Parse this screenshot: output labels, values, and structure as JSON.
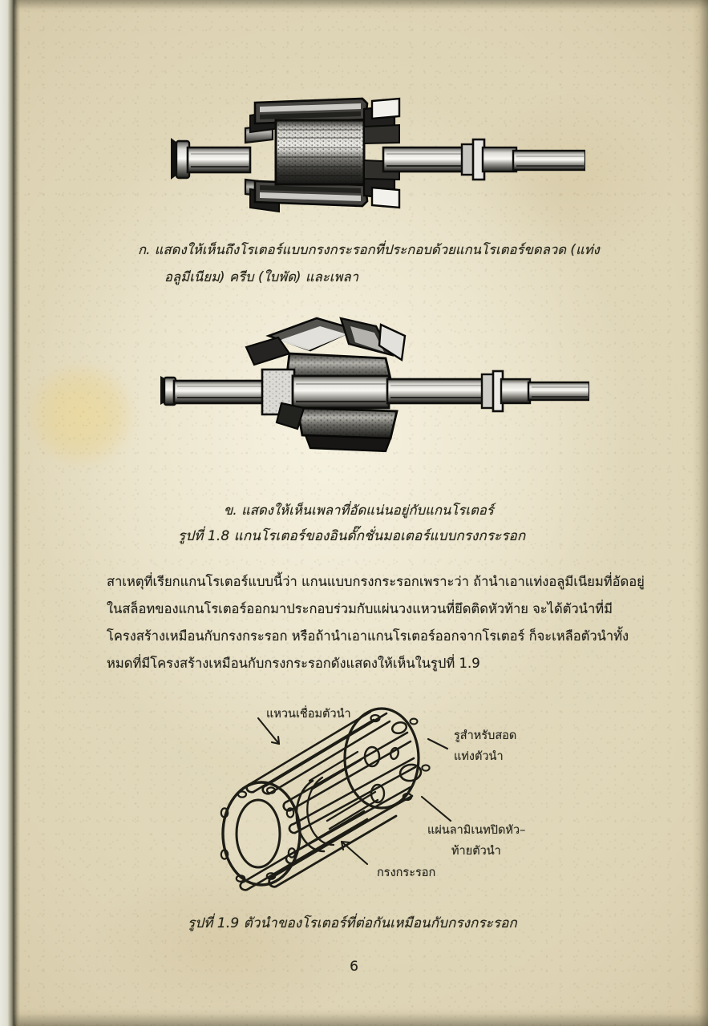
{
  "document": {
    "type": "scanned-textbook-page",
    "language": "Thai",
    "page_number": "6"
  },
  "figures": {
    "fig18": {
      "photo_a_name": "rotor-photo-with-fins",
      "photo_b_name": "rotor-photo-shaft-pressed",
      "caption_a_line1": "ก. แสดงให้เห็นถึงโรเตอร์แบบกรงกระรอกที่ประกอบด้วยแกนโรเตอร์ขดลวด (แท่ง",
      "caption_a_line2": "อลูมีเนียม) ครีบ (ใบพัด) และเพลา",
      "caption_b_line1": "ข. แสดงให้เห็นเพลาที่อัดแน่นอยู่กับแกนโรเตอร์",
      "caption_title": "รูปที่ 1.8 แกนโรเตอร์ของอินดั๊กชั่นมอเตอร์แบบกรงกระรอก"
    },
    "fig19": {
      "diagram_name": "squirrel-cage-rotor-conductor-diagram",
      "label_ring": "แหวนเชื่อมตัวนำ",
      "label_hole_line1": "รูสำหรับสอด",
      "label_hole_line2": "แท่งตัวนำ",
      "label_lamination_line1": "แผ่นลามิเนทปิดหัว–",
      "label_lamination_line2": "ท้ายตัวนำ",
      "label_cage": "กรงกระรอก",
      "caption": "รูปที่ 1.9 ตัวนำของโรเตอร์ที่ต่อกันเหมือนกับกรงกระรอก"
    }
  },
  "body": {
    "line1": "สาเหตุที่เรียกแกนโรเตอร์แบบนี้ว่า แกนแบบกรงกระรอกเพราะว่า ถ้านำเอาแท่งอลูมีเนียมที่อัดอยู่",
    "line2": "ในสล็อทของแกนโรเตอร์ออกมาประกอบร่วมกับแผ่นวงแหวนที่ยึดติดหัวท้าย จะได้ตัวนำที่มี",
    "line3": "โครงสร้างเหมือนกับกรงกระรอก หรือถ้านำเอาแกนโรเตอร์ออกจากโรเตอร์ ก็จะเหลือตัวนำทั้ง",
    "line4": "หมดที่มีโครงสร้างเหมือนกับกรงกระรอกดังแสดงให้เห็นในรูปที่ 1.9"
  },
  "colors": {
    "paper": "#e4ddc1",
    "ink": "#20211c",
    "paper_edge_light": "#e9e9e0",
    "stain": "#ecd68c"
  }
}
